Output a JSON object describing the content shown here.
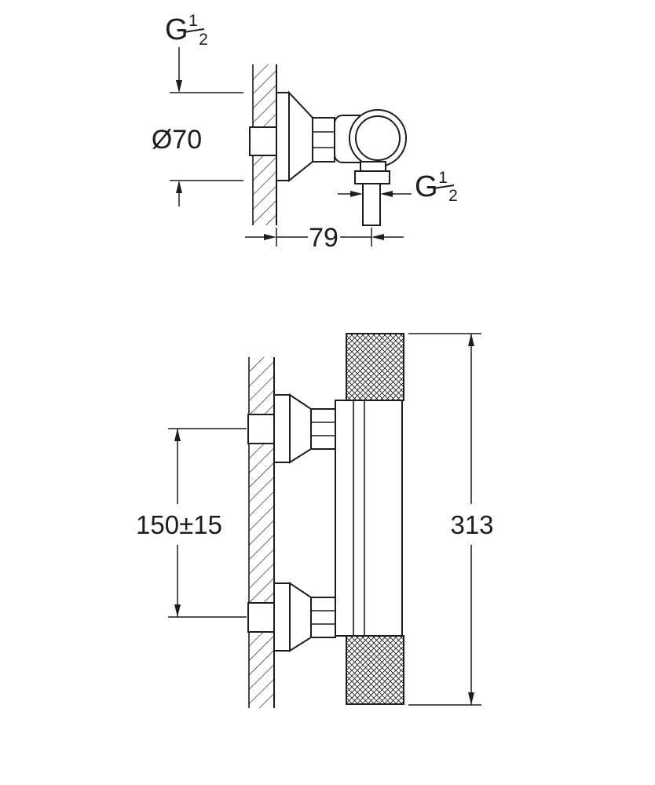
{
  "drawing": {
    "colors": {
      "line": "#1d1d1d",
      "background": "#ffffff"
    },
    "top_view": {
      "inlet_thread": {
        "prefix": "G",
        "numerator": "1",
        "denominator": "2"
      },
      "escutcheon_diameter": "Ø70",
      "outlet_thread": {
        "prefix": "G",
        "numerator": "1",
        "denominator": "2"
      },
      "projection_depth": "79"
    },
    "front_view": {
      "connection_spacing": "150±15",
      "total_height": "313"
    }
  }
}
